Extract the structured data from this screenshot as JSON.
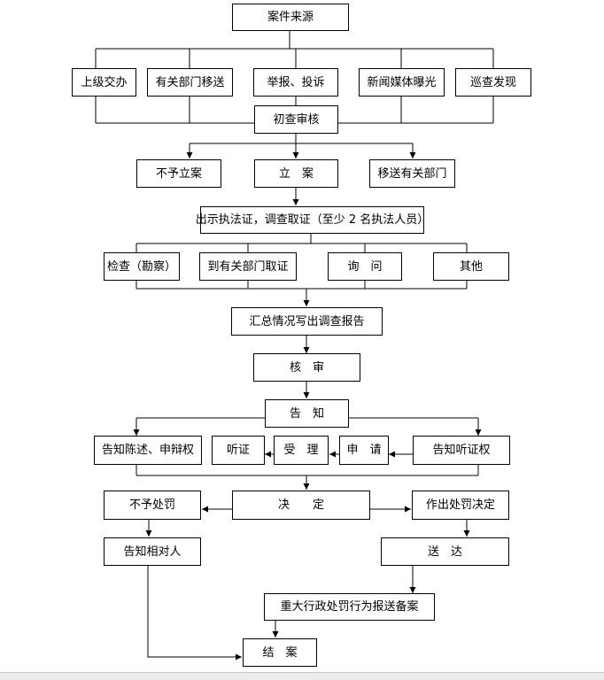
{
  "nodes": {
    "source": "案件来源",
    "src_superior": "上级交办",
    "src_dept": "有关部门移送",
    "src_report": "举报、投诉",
    "src_media": "新闻媒体曝光",
    "src_patrol": "巡查发现",
    "initial_review": "初查审核",
    "no_case": "不予立案",
    "file_case": "立　案",
    "transfer": "移送有关部门",
    "show_cert": "出示执法证，调查取证（至少 2 名执法人员）",
    "inspect": "检查（勘察）",
    "dept_evidence": "到有关部门取证",
    "inquire": "询　问",
    "other": "其他",
    "summary_report": "汇总情况写出调查报告",
    "verify": "核　审",
    "notify": "告　知",
    "notify_defense": "告知陈述、申辩权",
    "hearing": "听证",
    "accept": "受　理",
    "apply": "申　请",
    "notify_hearing_right": "告知听证权",
    "no_penalty": "不予处罚",
    "decision": "决　　定",
    "penalty_decision": "作出处罚决定",
    "notify_party": "告知相对人",
    "deliver": "送　达",
    "major_record": "重大行政处罚行为报送备案",
    "close": "结　案"
  }
}
